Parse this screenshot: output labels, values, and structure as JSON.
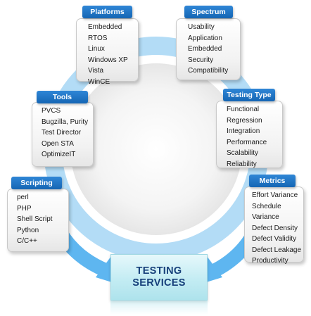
{
  "colors": {
    "ring": "#b3dcf6",
    "ring_arrow": "#5eb6f0",
    "tab": "#1a6fbf",
    "center_text": "#163f7a",
    "center_fill": "#c3ecf3"
  },
  "center": {
    "line1": "TESTING",
    "line2": "SERVICES"
  },
  "categories": {
    "platforms": {
      "title": "Platforms",
      "items": [
        "Embedded",
        "RTOS",
        "Linux",
        "Windows XP",
        "Vista",
        "WinCE"
      ]
    },
    "spectrum": {
      "title": "Spectrum",
      "items": [
        "Usability",
        "Application",
        "Embedded",
        "Security",
        "Compatibility"
      ]
    },
    "tools": {
      "title": "Tools",
      "items": [
        "PVCS",
        "Bugzilla, Purity",
        "Test Director",
        "Open STA",
        "OptimizeIT"
      ]
    },
    "testing_type": {
      "title": "Testing Type",
      "items": [
        "Functional",
        "Regression",
        "Integration",
        "Performance",
        "Scalability",
        "Reliability"
      ]
    },
    "scripting": {
      "title": "Scripting",
      "items": [
        "perl",
        "PHP",
        "Shell Script",
        "Python",
        "C/C++"
      ]
    },
    "metrics": {
      "title": "Metrics",
      "items": [
        "Effort Variance",
        "Schedule",
        "Variance",
        "Defect Density",
        "Defect Validity",
        "Defect Leakage",
        "Productivity"
      ]
    }
  }
}
